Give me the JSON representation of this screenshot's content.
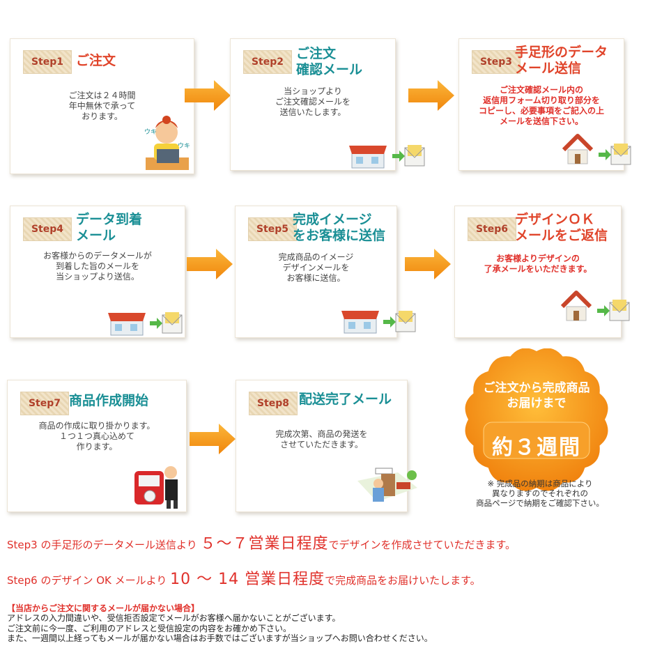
{
  "steps": [
    {
      "tab": "Step1",
      "title": "ご注文",
      "title_color": "#e0442a",
      "desc": "ご注文は２４時間\n年中無休で承って\nおります。"
    },
    {
      "tab": "Step2",
      "title": "ご注文\n確認メール",
      "title_color": "#1a8f95",
      "desc": "当ショップより\nご注文確認メールを\n送信いたします。"
    },
    {
      "tab": "Step3",
      "title": "手足形のデータ\nメール送信",
      "title_color": "#e0442a",
      "desc": "ご注文確認メール内の\n返信用フォーム切り取り部分を\nコピーし、必要事項をご記入の上\nメールを送信下さい。"
    },
    {
      "tab": "Step4",
      "title": "データ到着\nメール",
      "title_color": "#1a8f95",
      "desc": "お客様からのデータメールが\n到着した旨のメールを\n当ショップより送信。"
    },
    {
      "tab": "Step5",
      "title": "完成イメージ\nをお客様に送信",
      "title_color": "#1a8f95",
      "desc": "完成商品のイメージ\nデザインメールを\nお客様に送信。"
    },
    {
      "tab": "Step6",
      "title": "デザインＯＫ\nメールをご返信",
      "title_color": "#e0442a",
      "desc": "お客様よりデザインの\n了承メールをいただきます。"
    },
    {
      "tab": "Step7",
      "title": "商品作成開始",
      "title_color": "#1a8f95",
      "desc": "商品の作成に取り掛かります。\n１つ１つ真心込めて\n作ります。"
    },
    {
      "tab": "Step8",
      "title": "配送完了メール",
      "title_color": "#1a8f95",
      "desc": "完成次第、商品の発送を\nさせていただきます。"
    }
  ],
  "badge": {
    "line1": "ご注文から完成商品\nお届けまで",
    "line2": "約３週間",
    "note": "※ 完成品の納期は商品により\n異なりますのでそれぞれの\n商品ページで納期をご確認下さい。"
  },
  "info": {
    "line1": {
      "pre": "Step3 の手足形のデータメール送信より ",
      "big": "５～７営業日程度",
      "post": "でデザインを作成させていただきます。"
    },
    "line2": {
      "pre": "Step6 のデザイン OK メールより ",
      "big": "10 ～ 14 営業日程度",
      "post": "で完成商品をお届けいたします。"
    }
  },
  "warning": {
    "heading": "【当店からご注文に関するメールが届かない場合】",
    "lines": [
      "アドレスの入力間違いや、受信拒否設定でメールがお客様へ届かないことがございます。",
      "ご注文前に今一度、ご利用のアドレスと受信設定の内容をお確かめ下さい。",
      "また、一週間以上経ってもメールが届かない場合はお手数ではございますが当ショップへお問い合わせください。"
    ]
  },
  "colors": {
    "accent_orange": "#f59a1a",
    "red": "#e0302a",
    "teal": "#1a8f95"
  },
  "icons": [
    "typing-person-icon",
    "shop-icon",
    "mail-arrow-icon",
    "house-icon",
    "worker-machine-icon",
    "delivery-icon",
    "arrow-right-icon"
  ]
}
